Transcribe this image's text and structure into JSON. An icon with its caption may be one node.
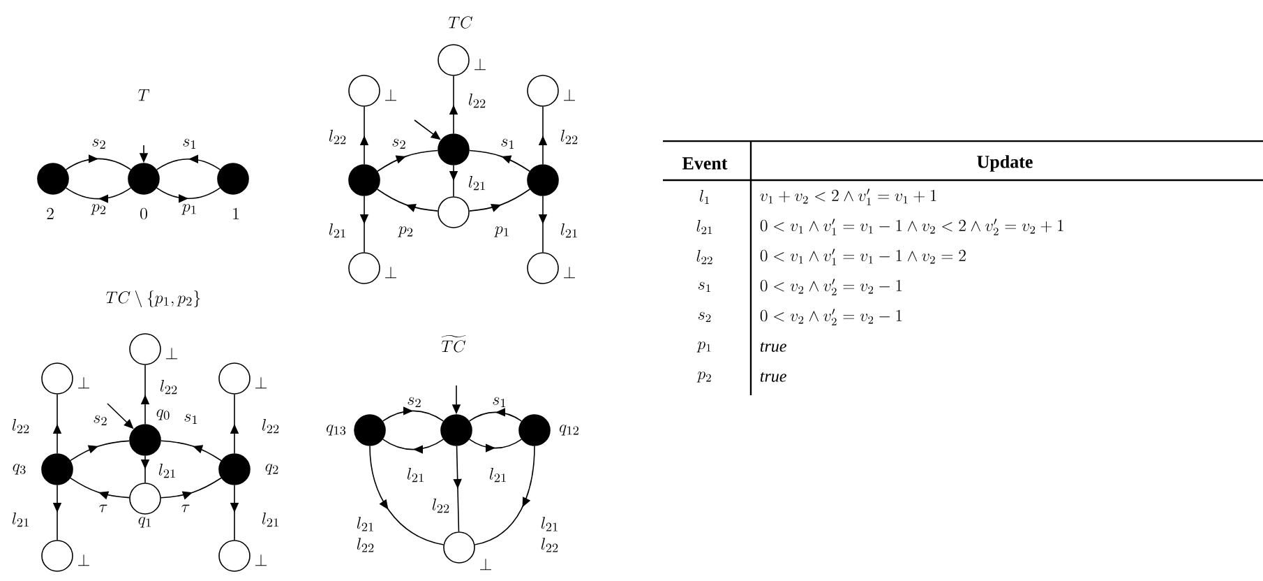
{
  "diagram": {
    "nodes": [
      {
        "text": [],
        "shape": "dot",
        "beside": [
          "2"
        ]
      },
      {
        "text": [],
        "shape": "dot",
        "beside": [
          "0"
        ]
      },
      {
        "text": [],
        "shape": "dot",
        "beside": [
          "1"
        ]
      },
      {
        "text": [],
        "shape": "dot"
      },
      {
        "text": [],
        "shape": "circle",
        "beside": [
          "\\bot"
        ]
      },
      {
        "text": [],
        "shape": "circle",
        "beside": [
          "\\bot"
        ]
      },
      {
        "text": [],
        "shape": "circle",
        "beside": [
          "\\bot"
        ]
      },
      {
        "text": [],
        "shape": "dot"
      },
      {
        "text": [],
        "shape": "dot"
      },
      {
        "text": [],
        "shape": "circle"
      },
      {
        "text": [],
        "shape": "circle",
        "beside": [
          "\\bot"
        ]
      },
      {
        "text": [],
        "shape": "circle",
        "beside": [
          "\\bot"
        ]
      },
      {
        "text": [],
        "shape": "dot",
        "beside": [
          "q_0"
        ]
      },
      {
        "text": [],
        "shape": "circle",
        "beside": [
          "\\bot"
        ]
      },
      {
        "text": [],
        "shape": "circle",
        "beside": [
          "\\bot"
        ]
      },
      {
        "text": [],
        "shape": "circle",
        "beside": [
          "\\bot"
        ]
      },
      {
        "text": [],
        "shape": "dot",
        "beside": [
          "q_3"
        ]
      },
      {
        "text": [],
        "shape": "dot",
        "beside": [
          "q_2"
        ]
      },
      {
        "text": [],
        "shape": "circle",
        "beside": [
          "q_1"
        ]
      },
      {
        "text": [],
        "shape": "circle",
        "beside": [
          "\\bot"
        ]
      },
      {
        "text": [],
        "shape": "circle",
        "beside": [
          "\\bot"
        ]
      },
      {
        "text": [],
        "shape": "dot"
      },
      {
        "text": [],
        "shape": "dot",
        "beside": [
          "q_{13}"
        ]
      },
      {
        "text": [],
        "shape": "dot",
        "beside": [
          "q_{12}"
        ]
      },
      {
        "text": [],
        "shape": "circle",
        "beside": [
          "\\bot"
        ]
      }
    ],
    "edges": [
      {
        "from": null,
        "to": 1,
        "arrow": "to"
      },
      {
        "from": 0,
        "to": 1,
        "arrow": "to",
        "label": "s_2"
      },
      {
        "from": 2,
        "to": 1,
        "arrow": "to",
        "label": "s_1"
      },
      {
        "from": 1,
        "to": 0,
        "arrow": "to",
        "label": "p_2"
      },
      {
        "from": 1,
        "to": 2,
        "arrow": "to",
        "label": "p_1"
      },
      {
        "from": null,
        "to": 3,
        "arrow": "to"
      },
      {
        "from": 3,
        "to": 4,
        "arrow": "to",
        "label": "l_{22}"
      },
      {
        "from": 7,
        "to": 3,
        "arrow": "to",
        "label": "s_2"
      },
      {
        "from": 8,
        "to": 3,
        "arrow": "to",
        "label": "s_1"
      },
      {
        "from": 3,
        "to": 9,
        "arrow": "to",
        "label": "l_{21}"
      },
      {
        "from": 9,
        "to": 7,
        "arrow": "to",
        "label": "p_2"
      },
      {
        "from": 9,
        "to": 8,
        "arrow": "to",
        "label": "p_1"
      },
      {
        "from": 7,
        "to": 5,
        "arrow": "to",
        "label": "l_{22}"
      },
      {
        "from": 7,
        "to": 10,
        "arrow": "to",
        "label": "l_{21}"
      },
      {
        "from": 8,
        "to": 6,
        "arrow": "to",
        "label": "l_{22}"
      },
      {
        "from": 8,
        "to": 11,
        "arrow": "to",
        "label": "l_{21}"
      },
      {
        "from": null,
        "to": 12,
        "arrow": "to"
      },
      {
        "from": 12,
        "to": 13,
        "arrow": "to",
        "label": "l_{22}"
      },
      {
        "from": 16,
        "to": 12,
        "arrow": "to",
        "label": "s_2"
      },
      {
        "from": 17,
        "to": 12,
        "arrow": "to",
        "label": "s_1"
      },
      {
        "from": 12,
        "to": 18,
        "arrow": "to",
        "label": "l_{21}"
      },
      {
        "from": 18,
        "to": 16,
        "arrow": "to",
        "label": "\\tau"
      },
      {
        "from": 18,
        "to": 17,
        "arrow": "to",
        "label": "\\tau"
      },
      {
        "from": 16,
        "to": 14,
        "arrow": "to",
        "label": "l_{22}"
      },
      {
        "from": 16,
        "to": 19,
        "arrow": "to",
        "label": "l_{21}"
      },
      {
        "from": 17,
        "to": 15,
        "arrow": "to",
        "label": "l_{22}"
      },
      {
        "from": 17,
        "to": 20,
        "arrow": "to",
        "label": "l_{21}"
      },
      {
        "from": null,
        "to": 21,
        "arrow": "to"
      },
      {
        "from": 22,
        "to": 21,
        "arrow": "to",
        "label": "s_2"
      },
      {
        "from": 23,
        "to": 21,
        "arrow": "to",
        "label": "s_1"
      },
      {
        "from": 21,
        "to": 22,
        "arrow": "to",
        "label": "l_{21}"
      },
      {
        "from": 21,
        "to": 23,
        "arrow": "to",
        "label": "l_{21}"
      },
      {
        "from": 21,
        "to": 24,
        "arrow": "to",
        "label": "l_{22}"
      },
      {
        "from": 22,
        "to": 24,
        "arrow": "to",
        "label": "\\begin{matrix}l_{21}\\\\ l_{22}\\end{matrix}"
      },
      {
        "from": 23,
        "to": 24,
        "arrow": "to",
        "label": "\\begin{matrix}l_{21}\\\\ l_{22}\\end{matrix}"
      }
    ],
    "labels": [
      "TC",
      "T",
      "TC \\setminus \\{p_1, p_2\\}",
      "\\widetilde{TC}",
      "Event",
      "Update",
      "l_1",
      "v_1 + v_2 < 2 \\wedge v'_1 = v_1 + 1",
      "l_{21}",
      "0 < v_1 \\wedge v'_1 = v_1 - 1 \\wedge v_2 < 2 \\wedge v'_2 = v_2 + 1",
      "l_{22}",
      "0 < v_1 \\wedge v'_1 = v_1 - 1 \\wedge v_2 = 2",
      "s_1",
      "0 < v_2 \\wedge v'_2 = v_2 - 1",
      "s_2",
      "0 < v_2 \\wedge v'_2 = v_2 - 1",
      "p_1",
      "\\mathit{true}",
      "p_2",
      "\\mathit{true}"
    ]
  }
}
